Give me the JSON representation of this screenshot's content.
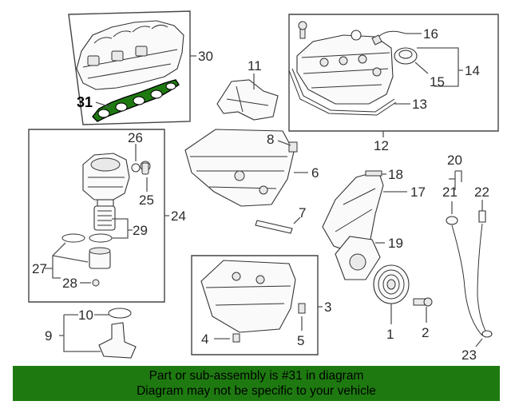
{
  "callouts": {
    "c1": "1",
    "c2": "2",
    "c3": "3",
    "c4": "4",
    "c5": "5",
    "c6": "6",
    "c7": "7",
    "c8": "8",
    "c9": "9",
    "c10": "10",
    "c11": "11",
    "c12": "12",
    "c13": "13",
    "c14": "14",
    "c15": "15",
    "c16": "16",
    "c17": "17",
    "c18": "18",
    "c19": "19",
    "c20": "20",
    "c21": "21",
    "c22": "22",
    "c23": "23",
    "c24": "24",
    "c25": "25",
    "c26": "26",
    "c27": "27",
    "c28": "28",
    "c29": "29",
    "c30": "30",
    "c31": "31"
  },
  "highlight": {
    "part_number": "31",
    "color": "#1e7a10"
  },
  "footer": {
    "background": "#1e7a10",
    "line1": "Part or sub-assembly is #31 in diagram",
    "line2": "Diagram may not be specific to your vehicle"
  }
}
